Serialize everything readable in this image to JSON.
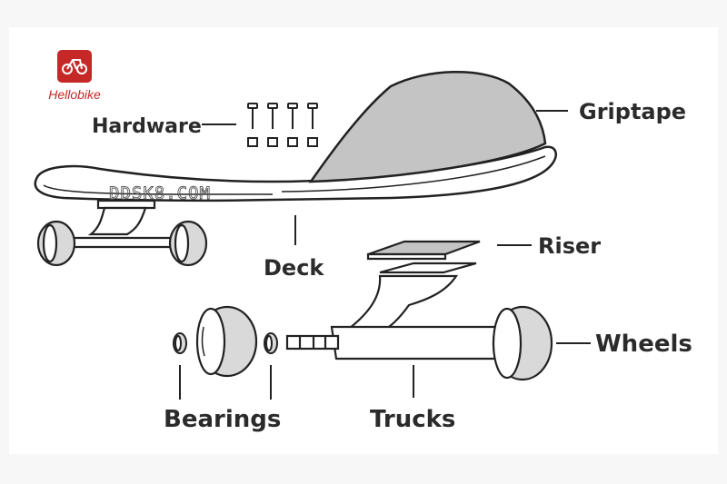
{
  "brand": {
    "name": "Hellobike",
    "color": "#c62828",
    "icon": "bicycle-icon"
  },
  "watermark": "DDSK8.COM",
  "labels": {
    "hardware": "Hardware",
    "griptape": "Griptape",
    "deck": "Deck",
    "riser": "Riser",
    "wheels": "Wheels",
    "bearings": "Bearings",
    "trucks": "Trucks"
  },
  "colors": {
    "griptape_fill": "#c4c4c4",
    "wheel_fill": "#d9d9d9",
    "outline": "#222222"
  }
}
